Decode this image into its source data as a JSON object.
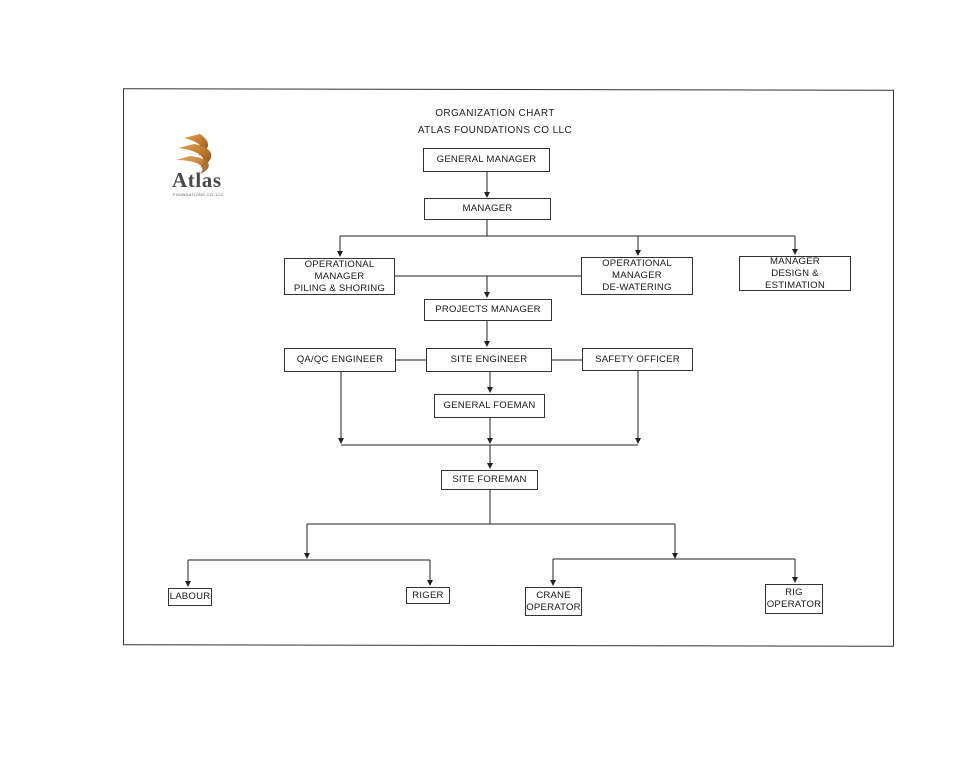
{
  "title": {
    "line1": "ORGANIZATION CHART",
    "line2": "ATLAS FOUNDATIONS CO LLC"
  },
  "logo": {
    "icon": "atlas-flame-logo-icon",
    "word": "Atlas",
    "sub": "FOUNDATIONS CO. LLC",
    "color_gold": "#c07a2e"
  },
  "nodes": {
    "general_manager": "GENERAL MANAGER",
    "manager": "MANAGER",
    "op_manager_piling": "OPERATIONAL MANAGER\nPILING & SHORING",
    "op_manager_dewatering": "OPERATIONAL MANAGER\nDE-WATERING",
    "manager_design": "MANAGER\nDESIGN & ESTIMATION",
    "projects_manager": "PROJECTS MANAGER",
    "qa_qc_engineer": "QA/QC ENGINEER",
    "site_engineer": "SITE ENGINEER",
    "safety_officer": "SAFETY OFFICER",
    "general_foreman": "GENERAL FOEMAN",
    "site_foreman": "SITE FOREMAN",
    "labour": "LABOUR",
    "riger": "RIGER",
    "crane_operator": "CRANE\nOPERATOR",
    "rig_operator": "RIG\nOPERATOR"
  }
}
